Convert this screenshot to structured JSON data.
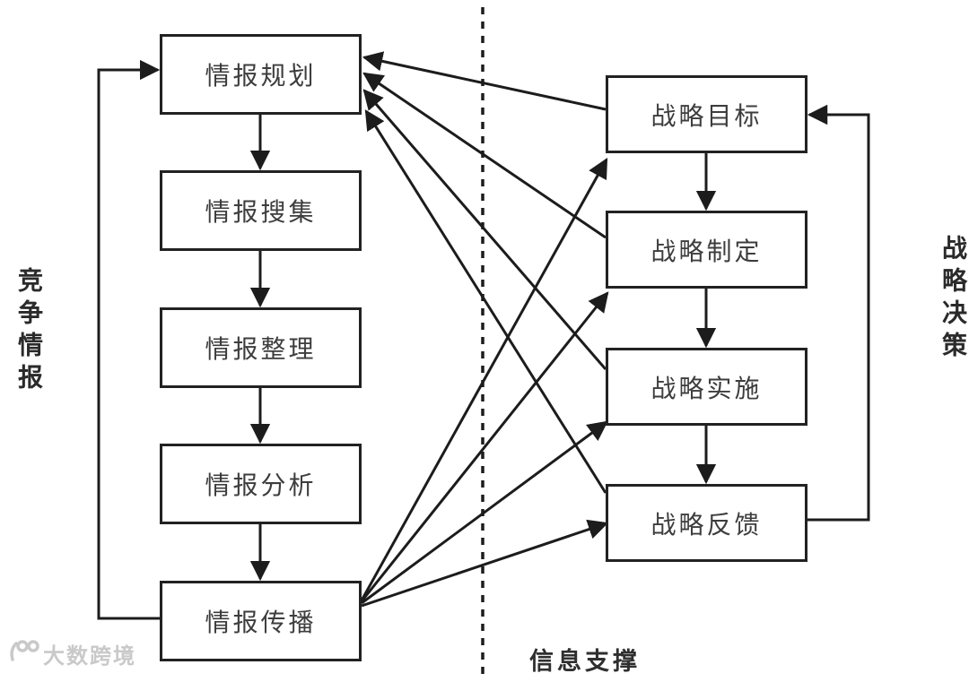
{
  "diagram": {
    "left_group_label": "竞争情报",
    "right_group_label": "战略决策",
    "divider_label": "信息支撑",
    "watermark_text": "大数跨境",
    "line_color": "#1c1c1c",
    "left_nodes": [
      {
        "id": "intel-planning",
        "label": "情报规划"
      },
      {
        "id": "intel-collection",
        "label": "情报搜集"
      },
      {
        "id": "intel-organization",
        "label": "情报整理"
      },
      {
        "id": "intel-analysis",
        "label": "情报分析"
      },
      {
        "id": "intel-dissemination",
        "label": "情报传播"
      }
    ],
    "right_nodes": [
      {
        "id": "strategic-goal",
        "label": "战略目标"
      },
      {
        "id": "strategy-formulation",
        "label": "战略制定"
      },
      {
        "id": "strategy-implementation",
        "label": "战略实施"
      },
      {
        "id": "strategy-feedback",
        "label": "战略反馈"
      }
    ],
    "edges": [
      {
        "from": "情报规划",
        "to": "情报搜集"
      },
      {
        "from": "情报搜集",
        "to": "情报整理"
      },
      {
        "from": "情报整理",
        "to": "情报分析"
      },
      {
        "from": "情报分析",
        "to": "情报传播"
      },
      {
        "from": "战略目标",
        "to": "战略制定"
      },
      {
        "from": "战略制定",
        "to": "战略实施"
      },
      {
        "from": "战略实施",
        "to": "战略反馈"
      },
      {
        "from": "情报传播",
        "to": "情报规划",
        "type": "feedback-loop"
      },
      {
        "from": "战略反馈",
        "to": "战略目标",
        "type": "feedback-loop"
      },
      {
        "from": "战略目标",
        "to": "情报规划"
      },
      {
        "from": "战略制定",
        "to": "情报规划"
      },
      {
        "from": "战略实施",
        "to": "情报规划"
      },
      {
        "from": "战略反馈",
        "to": "情报规划"
      },
      {
        "from": "情报传播",
        "to": "战略目标"
      },
      {
        "from": "情报传播",
        "to": "战略制定"
      },
      {
        "from": "情报传播",
        "to": "战略实施"
      },
      {
        "from": "情报传播",
        "to": "战略反馈"
      }
    ]
  }
}
